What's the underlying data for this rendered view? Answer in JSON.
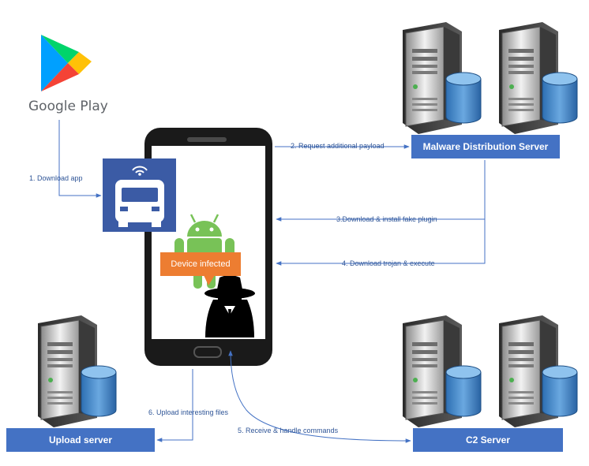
{
  "google_play": {
    "label": "Google Play"
  },
  "nodes": {
    "malware_distribution_server": "Malware Distribution Server",
    "upload_server": "Upload server",
    "c2_server": "C2 Server",
    "device_infected": "Device infected"
  },
  "steps": {
    "step1": "1. Download app",
    "step2": "2. Request additional payload",
    "step3": "3.Download & install fake plugin",
    "step4": "4. Download trojan & execute",
    "step5": "5. Receive & handle commands",
    "step6": "6. Upload interesting files"
  },
  "colors": {
    "box_fill": "#4472c4",
    "arrow": "#4472c4",
    "label_text": "#2f5597",
    "phone_body": "#1a1a1a",
    "app_icon_bg": "#3b5ba5",
    "android_green": "#78c257",
    "infected_badge": "#ed7d31"
  },
  "icons": {
    "google_play": "google-play-logo",
    "app": "bus-app-icon",
    "android": "android-robot-icon",
    "attacker": "hacker-spy-icon",
    "server": "server-with-database-icon"
  }
}
